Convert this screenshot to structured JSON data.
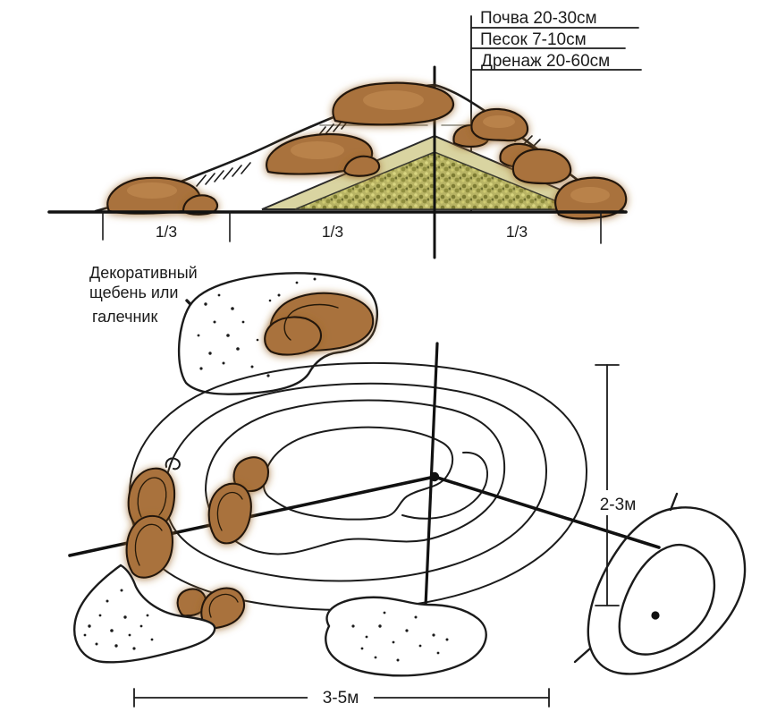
{
  "diagram": "rock-garden-construction-scheme",
  "colors": {
    "ink": "#1b1b1b",
    "stone": "#a9723c",
    "stone_highlight": "#c79055",
    "stone_glow": "#9a6526",
    "sand": "#d9d4a1",
    "drainage": "#b8b464",
    "background": "#ffffff"
  },
  "cross_section": {
    "layer_labels": [
      {
        "label": "Почва 20-30см"
      },
      {
        "label": "Песок 7-10см"
      },
      {
        "label": "Дренаж 20-60см"
      }
    ],
    "fractions": [
      {
        "label": "1/3"
      },
      {
        "label": "1/3"
      },
      {
        "label": "1/3"
      }
    ]
  },
  "plan_view": {
    "gravel_note": {
      "line1": "Декоративный",
      "line2": "щебень или",
      "line3": "галечник"
    },
    "depth_dimension": "2-3м",
    "width_dimension": "3-5м"
  }
}
